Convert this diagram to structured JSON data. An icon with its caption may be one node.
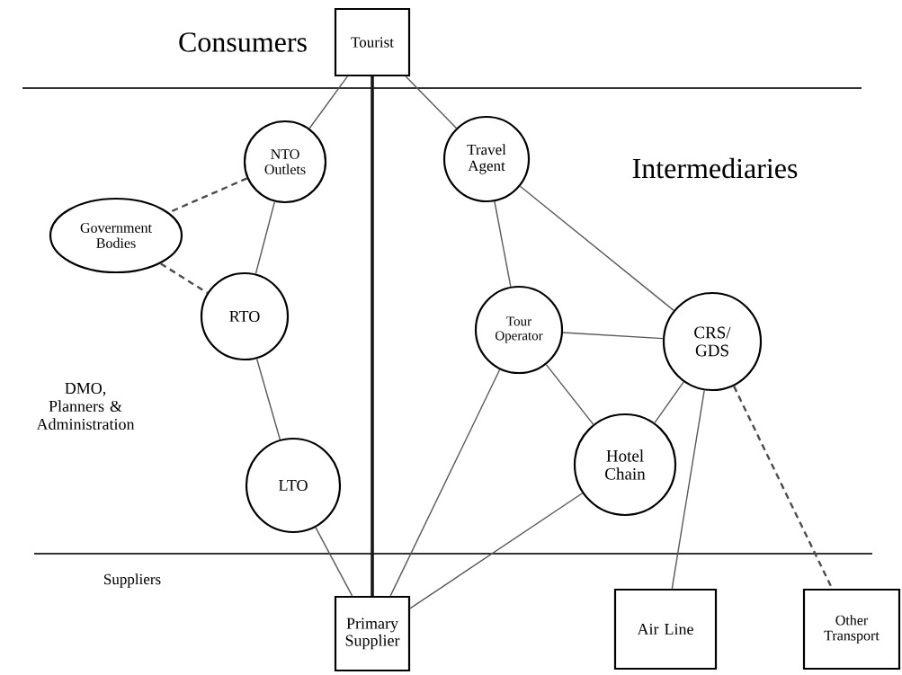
{
  "diagram": {
    "nodes": [
      {
        "text": [
          "Tourist"
        ]
      },
      {
        "text": [
          "NTO Outlets"
        ]
      },
      {
        "text": [
          "Travel Agent"
        ]
      },
      {
        "text": [
          "Government Bodies"
        ]
      },
      {
        "text": [
          "RTO"
        ]
      },
      {
        "text": [
          "Tour Operator"
        ]
      },
      {
        "text": [
          "CRS/ GDS"
        ]
      },
      {
        "text": [
          "LTO"
        ]
      },
      {
        "text": [
          "Hotel Chain"
        ]
      },
      {
        "text": [
          "Primary Supplier"
        ]
      },
      {
        "text": [
          "Air Line"
        ]
      },
      {
        "text": [
          "Other Transport"
        ]
      }
    ],
    "edges": [
      {
        "from": 0,
        "to": 1,
        "arrow": "none"
      },
      {
        "from": 0,
        "to": 9,
        "arrow": "none",
        "style": "thick"
      },
      {
        "from": 0,
        "to": 2,
        "arrow": "none"
      },
      {
        "from": 1,
        "to": 3,
        "arrow": "none",
        "style": "dashed"
      },
      {
        "from": 1,
        "to": 4,
        "arrow": "none"
      },
      {
        "from": 3,
        "to": 4,
        "arrow": "none",
        "style": "dashed"
      },
      {
        "from": 4,
        "to": 7,
        "arrow": "none"
      },
      {
        "from": 7,
        "to": 9,
        "arrow": "none"
      },
      {
        "from": 2,
        "to": 5,
        "arrow": "none"
      },
      {
        "from": 2,
        "to": 6,
        "arrow": "none"
      },
      {
        "from": 5,
        "to": 6,
        "arrow": "none"
      },
      {
        "from": 5,
        "to": 8,
        "arrow": "none"
      },
      {
        "from": 5,
        "to": 9,
        "arrow": "none"
      },
      {
        "from": 6,
        "to": 8,
        "arrow": "none"
      },
      {
        "from": 8,
        "to": 9,
        "arrow": "none"
      },
      {
        "from": 6,
        "to": 10,
        "arrow": "none"
      },
      {
        "from": 6,
        "to": 11,
        "arrow": "none",
        "style": "dashed"
      }
    ],
    "labels": [
      "Consumers",
      "Intermediaries",
      "DMO, Planners & Administration",
      "Suppliers"
    ]
  }
}
